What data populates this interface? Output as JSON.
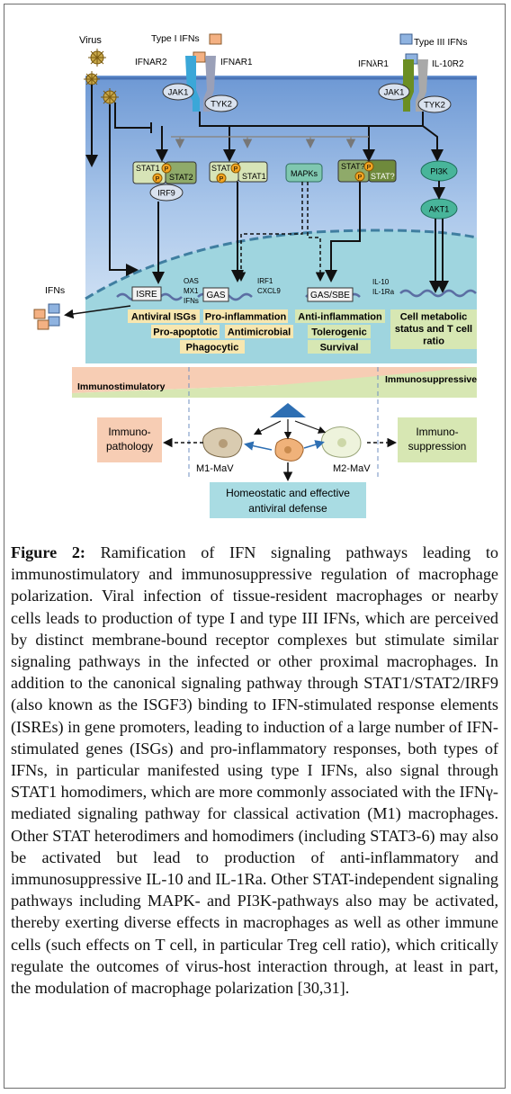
{
  "figure": {
    "virus": "Virus",
    "type1_ifns": "Type I IFNs",
    "type3_ifns": "Type III IFNs",
    "ifnar2": "IFNAR2",
    "ifnar1": "IFNAR1",
    "ifnlr1": "IFNλR1",
    "il10r2": "IL-10R2",
    "jak1": "JAK1",
    "tyk2": "TYK2",
    "stat1": "STAT1",
    "stat2": "STAT2",
    "irf9": "IRF9",
    "mapks": "MAPKs",
    "stat_q": "STAT?",
    "p": "P",
    "pi3k": "PI3K",
    "akt1": "AKT1",
    "ifns": "IFNs",
    "isre": "ISRE",
    "oas": "OAS",
    "mx1": "MX1",
    "ifns_small": "IFNs",
    "gas": "GAS",
    "irf1": "IRF1",
    "cxcl9": "CXCL9",
    "gas_sbe": "GAS/SBE",
    "il10": "IL-10",
    "il1ra": "IL-1Ra",
    "antiviral_isgs": "Antiviral ISGs",
    "pro_inflammation": "Pro-inflammation",
    "pro_apoptotic": "Pro-apoptotic",
    "antimicrobial": "Antimicrobial",
    "phagocytic": "Phagocytic",
    "anti_inflammation": "Anti-inflammation",
    "tolerogenic": "Tolerogenic",
    "survival": "Survival",
    "cell_metabolic_1": "Cell metabolic",
    "cell_metabolic_2": "status and T cell",
    "cell_metabolic_3": "ratio",
    "immunostimulatory": "Immunostimulatory",
    "immunosuppressive": "Immunosuppressive",
    "immunopathology_1": "Immuno-",
    "immunopathology_2": "pathology",
    "immunosuppression_1": "Immuno-",
    "immunosuppression_2": "suppression",
    "m1_mav": "M1-MaV",
    "m2_mav": "M2-MaV",
    "homeostatic_1": "Homeostatic and effective",
    "homeostatic_2": "antiviral defense"
  },
  "caption": {
    "label": "Figure 2:",
    "text": "Ramification of IFN signaling pathways leading to immunostimulatory and immunosuppressive regulation of macrophage polarization. Viral infection of tissue-resident macrophages or nearby cells leads to production of type I and type III IFNs, which are perceived by distinct membrane-bound receptor complexes but stimulate similar signaling pathways in the infected or other proximal macrophages. In addition to the canonical signaling pathway through STAT1/STAT2/IRF9 (also known as the ISGF3) binding to IFN-stimulated response elements (ISREs) in gene promoters, leading to induction of a large number of IFN-stimulated genes (ISGs) and pro-inflammatory responses, both types of IFNs, in particular manifested using type I IFNs, also signal through STAT1 homodimers, which are more commonly associated with the IFNγ-mediated signaling pathway for classical activation (M1) macrophages. Other STAT heterodimers and homodimers (including STAT3-6) may also be activated but lead to production of anti-inflammatory and immunosuppressive IL-10 and IL-1Ra. Other STAT-independent signaling pathways including MAPK- and PI3K-pathways also may be activated, thereby exerting diverse effects in macrophages as well as other immune cells (such effects on T cell, in particular Treg cell ratio), which critically regulate the outcomes of virus-host interaction through, at least in part, the modulation of macrophage polarization [30,31]."
  },
  "colors": {
    "cell_blue_top": "#6f9bd6",
    "cell_blue_bottom": "#e3eef9",
    "nucleus": "#9fd6e0",
    "stat_green": "#d7e4b7",
    "stat_dark": "#6f8a3c",
    "phospho": "#f5a623",
    "immunostim": "#f7cdb4",
    "immunosupp": "#d7e7b3",
    "box_teal": "#a9dce3"
  }
}
